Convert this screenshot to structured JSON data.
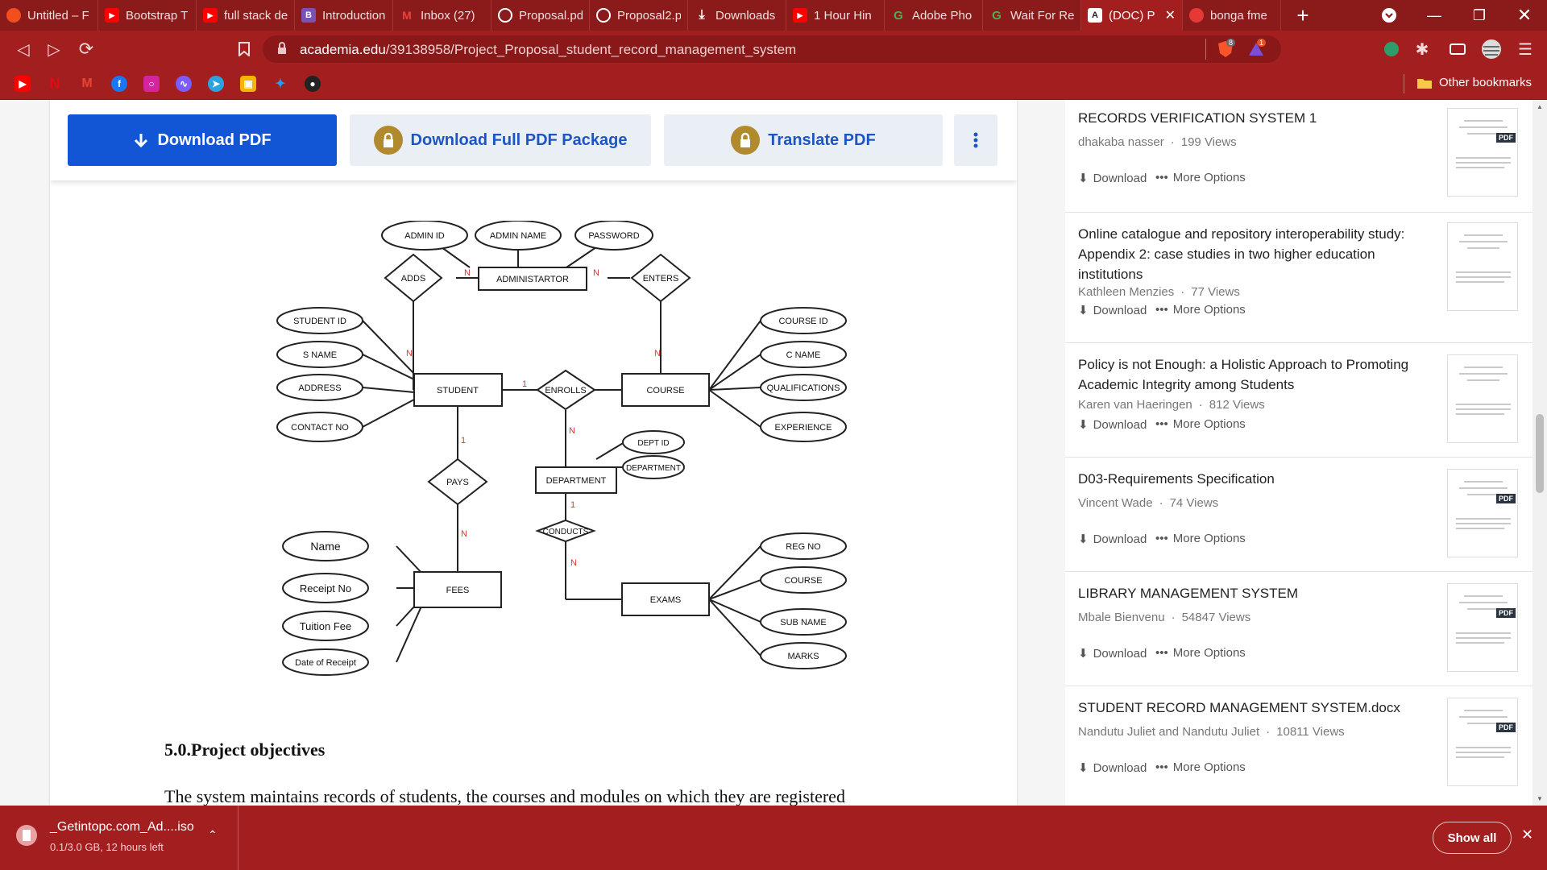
{
  "browser": {
    "tabs": [
      {
        "label": "Untitled – F",
        "icon": "figma-icon",
        "color": "#f24e1e"
      },
      {
        "label": "Bootstrap T",
        "icon": "youtube-icon",
        "color": "#ff0000"
      },
      {
        "label": "full stack de",
        "icon": "youtube-icon",
        "color": "#ff0000"
      },
      {
        "label": "Introduction",
        "icon": "bootstrap-icon",
        "color": "#7952b3"
      },
      {
        "label": "Inbox (27)",
        "icon": "gmail-icon",
        "color": "#ea4335"
      },
      {
        "label": "Proposal.pd",
        "icon": "globe-icon",
        "color": "#ffffff"
      },
      {
        "label": "Proposal2.p",
        "icon": "globe-icon",
        "color": "#ffffff"
      },
      {
        "label": "Downloads",
        "icon": "download-icon",
        "color": "#ffffff"
      },
      {
        "label": "1 Hour Hin",
        "icon": "youtube-icon",
        "color": "#ff0000"
      },
      {
        "label": "Adobe Pho",
        "icon": "google-icon",
        "color": "#4caf50"
      },
      {
        "label": "Wait For Re",
        "icon": "google-icon",
        "color": "#4caf50"
      },
      {
        "label": "(DOC) P",
        "icon": "academia-icon",
        "color": "#ffffff",
        "active": true
      },
      {
        "label": "bonga fme",
        "icon": "bonga-icon",
        "color": "#e53935"
      }
    ],
    "url_host": "academia.edu",
    "url_path": "/39138958/Project_Proposal_student_record_management_system",
    "brave_badge": "8",
    "alert_badge": "1",
    "other_bookmarks": "Other bookmarks"
  },
  "toolbar_buttons": {
    "download_pdf": "Download PDF",
    "download_package": "Download Full PDF Package",
    "translate_pdf": "Translate PDF"
  },
  "diagram": {
    "entities": [
      "ADMINISTARTOR",
      "STUDENT",
      "COURSE",
      "DEPARTMENT",
      "FEES",
      "EXAMS"
    ],
    "relations": [
      "ADDS",
      "ENTERS",
      "ENROLLS",
      "PAYS",
      "CONDUCTS"
    ],
    "attributes": {
      "admin": [
        "ADMIN ID",
        "ADMIN NAME",
        "PASSWORD"
      ],
      "student": [
        "STUDENT ID",
        "S NAME",
        "ADDRESS",
        "CONTACT NO"
      ],
      "course": [
        "COURSE ID",
        "C NAME",
        "QUALIFICATIONS",
        "EXPERIENCE"
      ],
      "department": [
        "DEPT ID",
        "DEPARTMENT"
      ],
      "fees": [
        "Name",
        "Receipt  No",
        "Tuition Fee",
        "Date of Receipt"
      ],
      "exams": [
        "REG NO",
        "COURSE",
        "SUB NAME",
        "MARKS"
      ]
    },
    "cardinality": {
      "n": "N",
      "one": "1"
    }
  },
  "document": {
    "heading": "5.0.Project  objectives",
    "body": "The system maintains records of students, the courses and modules on which they are registered"
  },
  "sidebar": {
    "download_label": "Download",
    "more_label": "More Options",
    "items": [
      {
        "title": "RECORDS VERIFICATION SYSTEM 1",
        "author": "dhakaba nasser",
        "views": "199 Views",
        "pdf": "PDF"
      },
      {
        "title": "Online catalogue and repository interoperability study: Appendix 2: case studies in two higher education institutions",
        "author": "Kathleen Menzies",
        "views": "77 Views",
        "pdf": ""
      },
      {
        "title": "Policy is not Enough: a Holistic Approach to Promoting Academic Integrity among Students",
        "author": "Karen van Haeringen",
        "views": "812 Views",
        "pdf": ""
      },
      {
        "title": "D03-Requirements Specification",
        "author": "Vincent Wade",
        "views": "74 Views",
        "pdf": "PDF"
      },
      {
        "title": "LIBRARY MANAGEMENT SYSTEM",
        "author": "Mbale Bienvenu",
        "views": "54847 Views",
        "pdf": "PDF"
      },
      {
        "title": "STUDENT RECORD MANAGEMENT SYSTEM.docx",
        "author": "Nandutu Juliet and Nandutu Juliet",
        "views": "10811 Views",
        "pdf": "PDF"
      }
    ]
  },
  "download_shelf": {
    "filename": "_Getintopc.com_Ad....iso",
    "status": "0.1/3.0 GB, 12 hours left",
    "show_all": "Show all"
  }
}
